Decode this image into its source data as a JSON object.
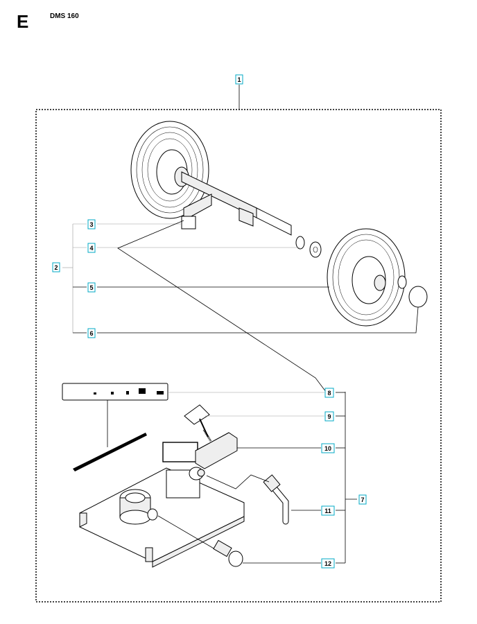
{
  "header": {
    "section": "E",
    "model": "DMS 160"
  },
  "callouts": [
    {
      "id": "c1",
      "label": "1",
      "boxed": true
    },
    {
      "id": "c2",
      "label": "2",
      "boxed": true
    },
    {
      "id": "c3",
      "label": "3",
      "boxed": true
    },
    {
      "id": "c4",
      "label": "4",
      "boxed": true
    },
    {
      "id": "c5",
      "label": "5",
      "boxed": true
    },
    {
      "id": "c6",
      "label": "6",
      "boxed": true
    },
    {
      "id": "c7",
      "label": "7",
      "boxed": true
    },
    {
      "id": "c8",
      "label": "8",
      "boxed": true
    },
    {
      "id": "c9",
      "label": "9",
      "boxed": true
    },
    {
      "id": "c10",
      "label": "10",
      "boxed": true
    },
    {
      "id": "c11",
      "label": "11",
      "boxed": true
    },
    {
      "id": "c12",
      "label": "12",
      "boxed": true
    }
  ],
  "colors": {
    "callout_border": "#00a9c5",
    "frame": "#000000"
  }
}
